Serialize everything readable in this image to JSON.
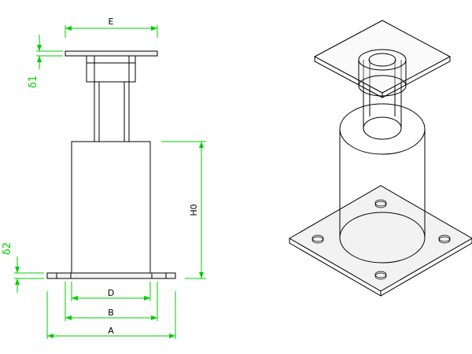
{
  "labels": {
    "E": "E",
    "D": "D",
    "B": "B",
    "A": "A",
    "H0": "H0",
    "delta1": "δ1",
    "delta2": "δ2"
  },
  "colors": {
    "dimension": "#00cc00",
    "outline": "#000000",
    "plate_fill": "#f2f2f2"
  }
}
